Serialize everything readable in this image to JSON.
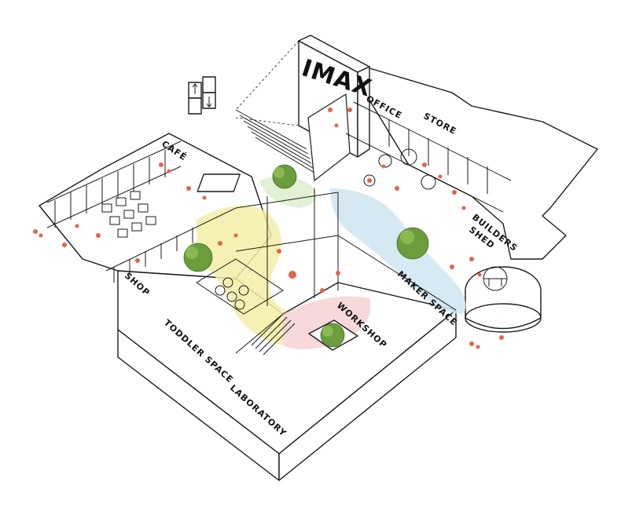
{
  "labels": {
    "imax": "IMAX",
    "office": "OFFICE",
    "store": "STORE",
    "cafe": "CAFÉ",
    "builders_shed_1": "BUILDERS",
    "builders_shed_2": "SHED",
    "shop": "SHOP",
    "toddler_space": "TODDLER SPACE",
    "workshop": "WORKSHOP",
    "maker_space": "MAKER SPACE",
    "laboratory": "LABORATORY"
  },
  "colors": {
    "outline": "#1a1a1a",
    "people": "#e0644f",
    "trees": "#6c9d3d",
    "flow_yellow": "#f4efa8",
    "flow_pink": "#f6d3d3",
    "flow_blue": "#cfe6f2",
    "flow_green": "#dcefcf"
  }
}
